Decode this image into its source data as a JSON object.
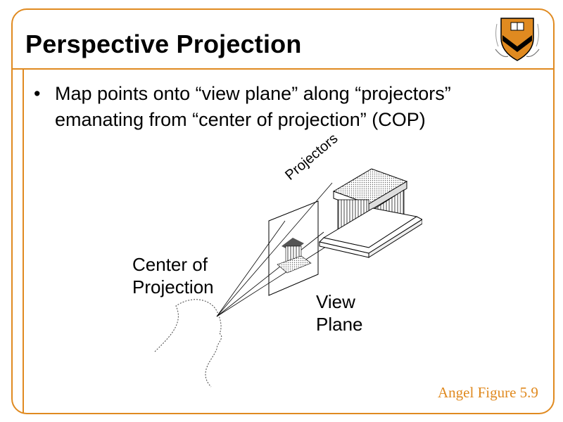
{
  "slide": {
    "title": "Perspective Projection",
    "bullet_symbol": "•",
    "bullet_text": "Map points onto “view plane” along “projectors” emanating from “center of projection” (COP)",
    "figure": {
      "label_center_line1": "Center of",
      "label_center_line2": "Projection",
      "label_projectors": "Projectors",
      "label_view_line1": "View",
      "label_view_line2": "Plane"
    },
    "credit": "Angel Figure 5.9"
  },
  "colors": {
    "accent": "#e08a20",
    "shield_orange": "#e08a20",
    "text": "#000000"
  },
  "icons": {
    "logo": "princeton-shield-icon"
  }
}
